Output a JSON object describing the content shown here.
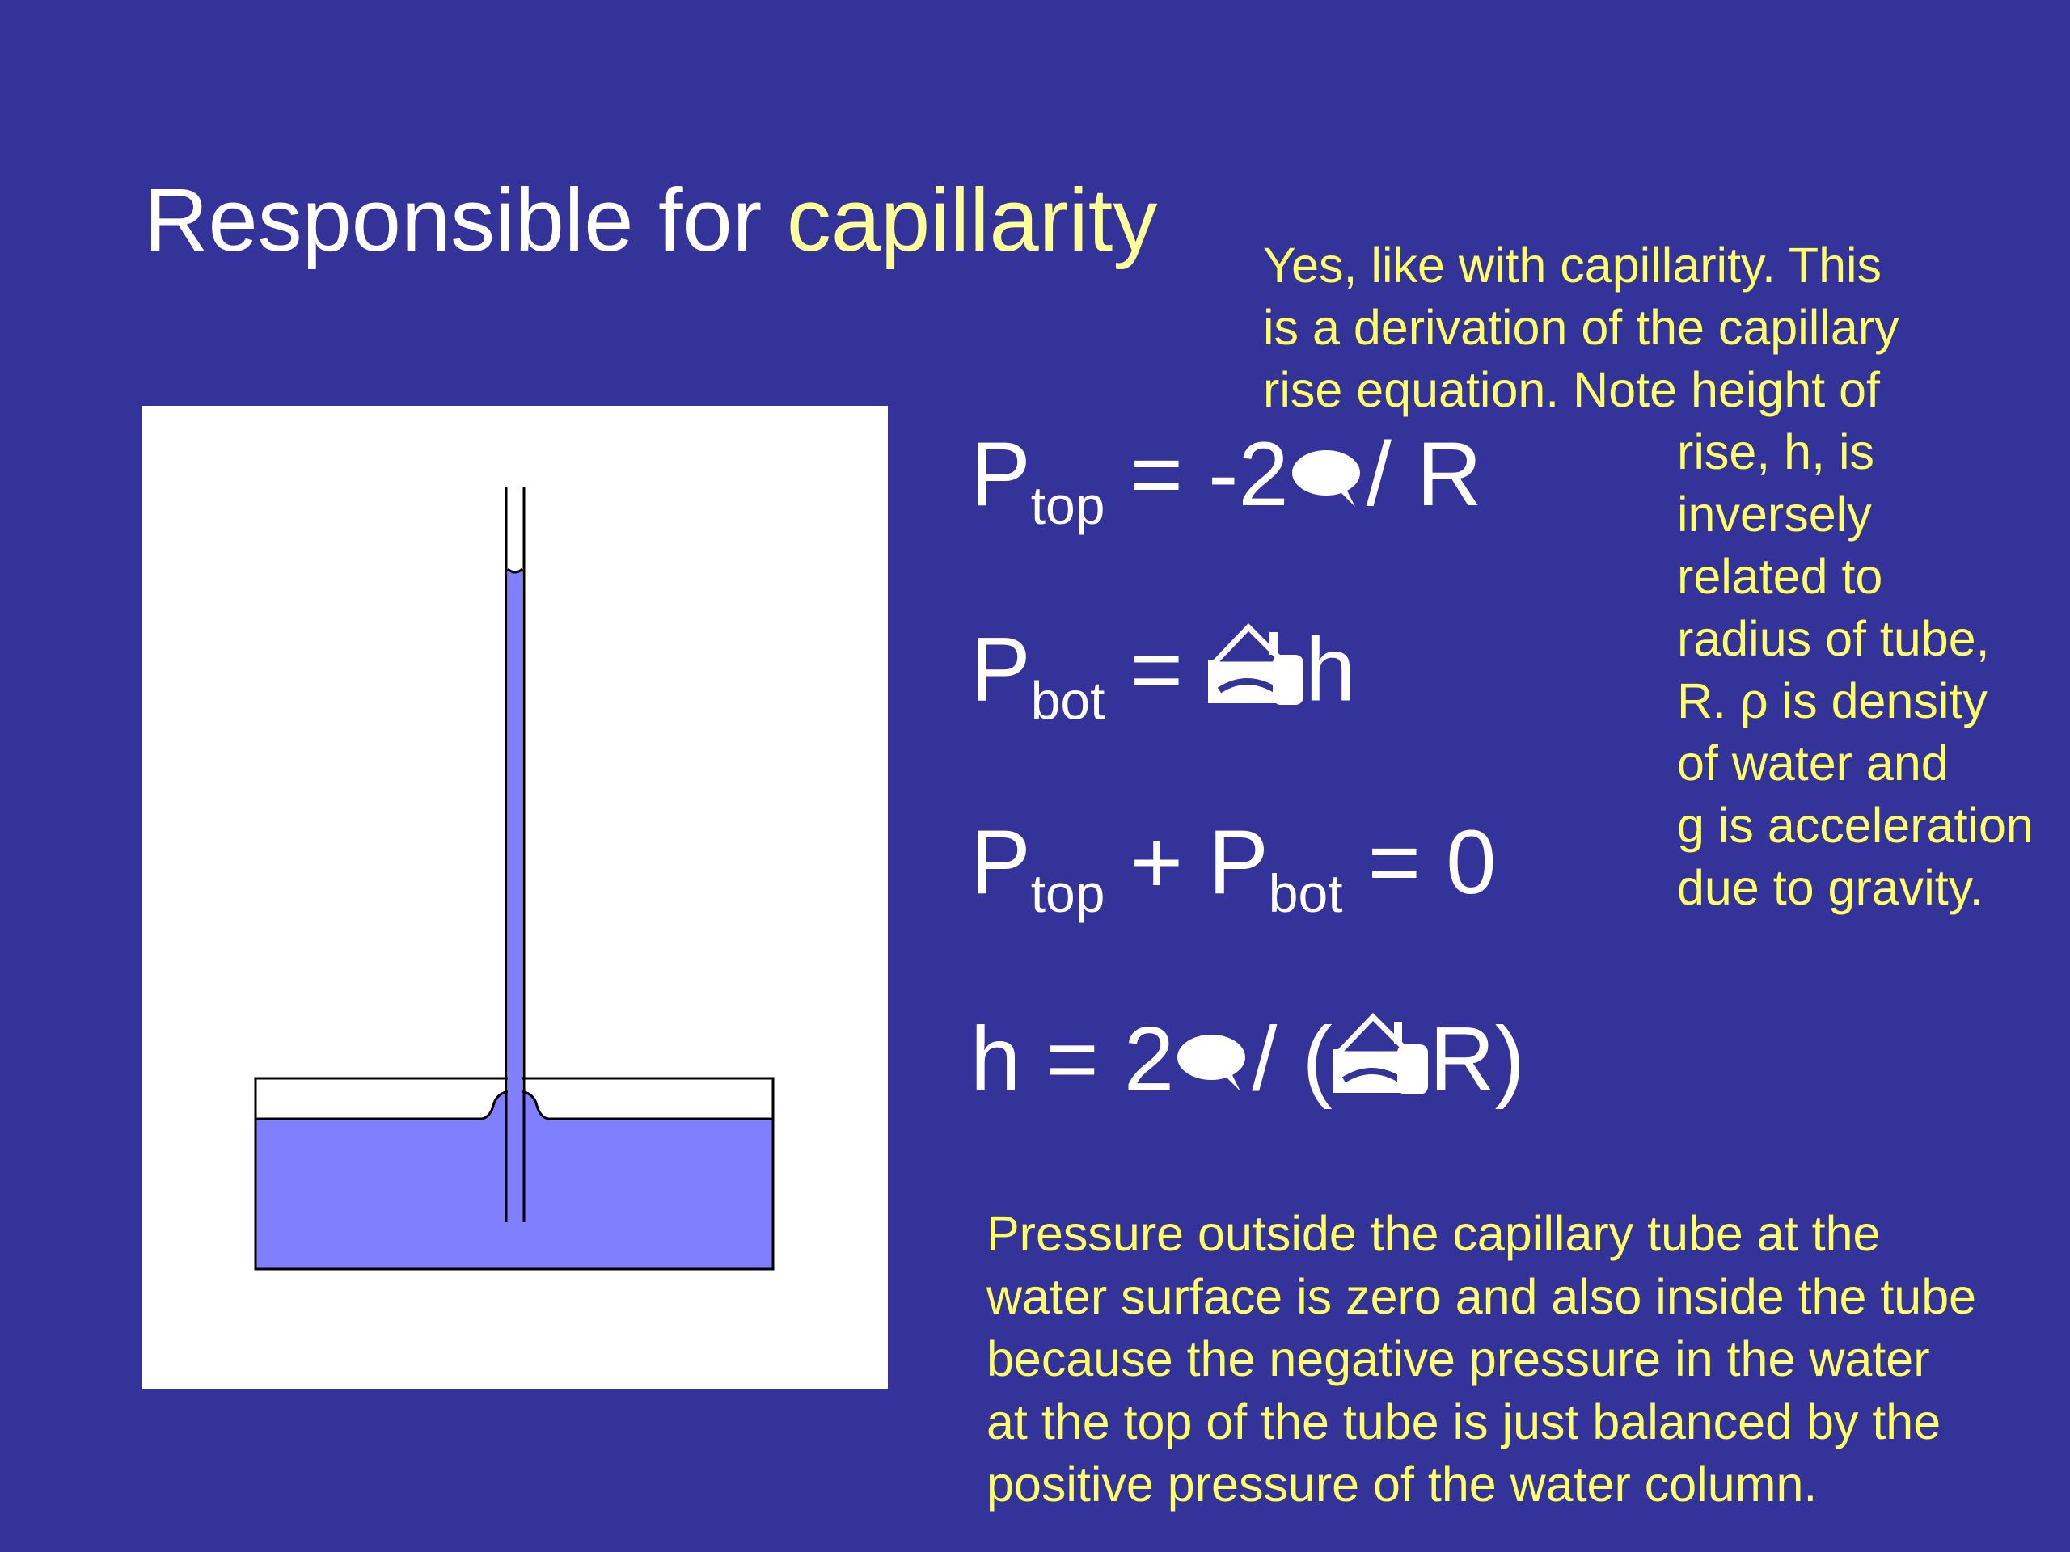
{
  "slide": {
    "title_prefix": "Responsible for ",
    "title_highlight": "capillarity",
    "colors": {
      "background": "#333399",
      "title": "#ffffff",
      "title_highlight": "#ffff99",
      "note_text": "#ffff66",
      "water": "#8080ff"
    }
  },
  "equations": {
    "eq1": {
      "p": "P",
      "sub": "top",
      "rest": " = -2",
      "tail": "/ R",
      "symbol_icon": "surface-tension-symbol-icon"
    },
    "eq2": {
      "p": "P",
      "sub": "bot",
      "rest": " = ",
      "tail": "h",
      "symbol_icon": "density-gravity-symbol-icon"
    },
    "eq3": {
      "p1": "P",
      "sub1": "top",
      "mid": " + ",
      "p2": "P",
      "sub2": "bot",
      "rest": " = 0"
    },
    "eq4": {
      "head": "h = 2",
      "mid": "/ (",
      "tail": "R)"
    }
  },
  "notes": {
    "top_lines": [
      "Yes, like with capillarity.  This",
      "is a derivation of the capillary",
      "rise equation.  Note height of",
      "rise, h, is",
      "inversely",
      "related to",
      "radius of tube,",
      "R.  ρ is density",
      "of water and",
      "g is acceleration",
      "due to gravity."
    ],
    "bottom_lines": [
      "Pressure outside the capillary tube at the",
      "water surface is zero and also inside the tube",
      "because the negative pressure in the water",
      "at the top of the tube is just balanced by the",
      "positive pressure of the water column."
    ]
  }
}
